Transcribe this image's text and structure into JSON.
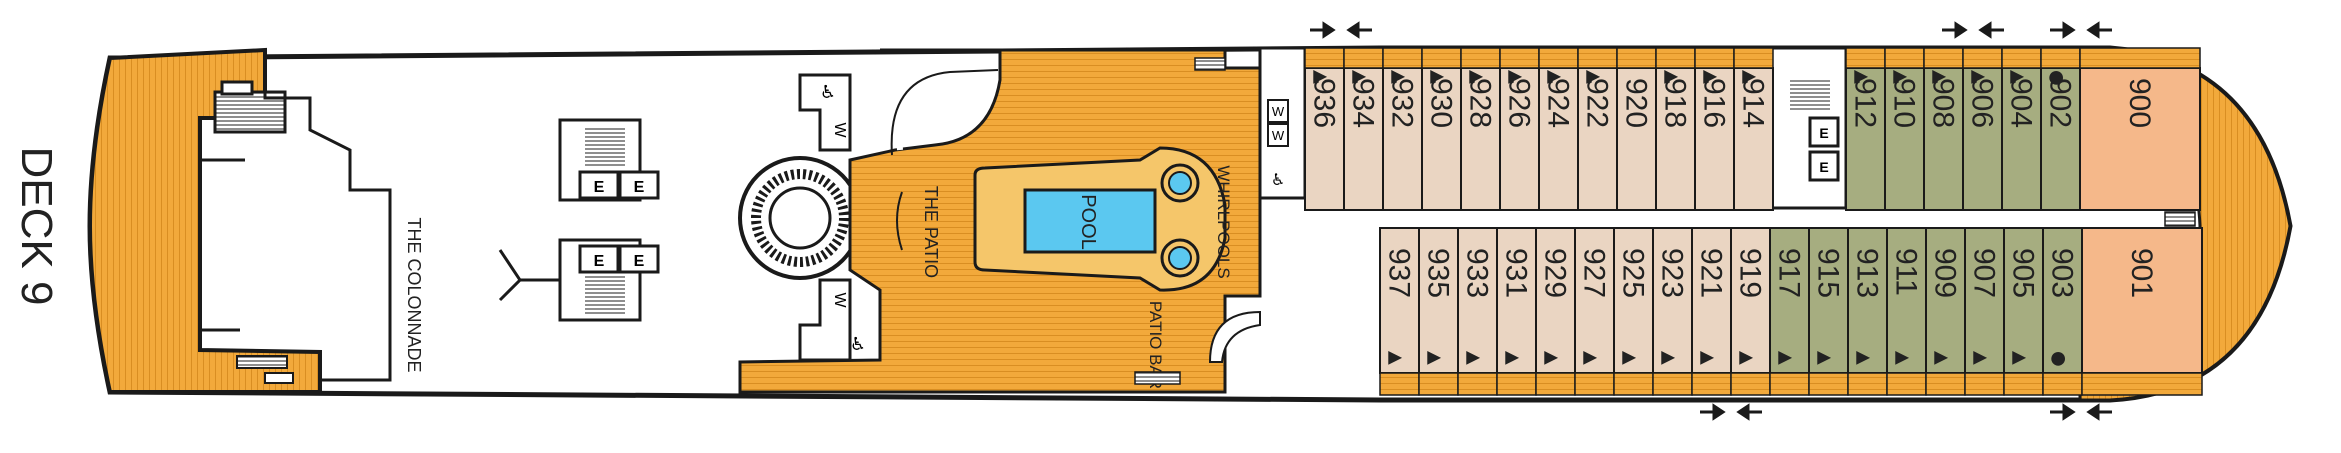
{
  "deck": {
    "title": "DECK 9"
  },
  "areas": {
    "colonnade": "THE COLONNADE",
    "patio": "THE PATIO",
    "pool": "POOL",
    "whirlpools": "WHIRLPOOLS",
    "patio_bar": "PATIO BAR"
  },
  "symbols": {
    "elevator": "E",
    "washroom": "W",
    "wheelchair": "♿",
    "arrow": "▲",
    "dot": "●"
  },
  "colors": {
    "deck_wood": "#F2A93B",
    "teak_lines": "#D98E22",
    "cabin_standard": "#EAD5C2",
    "cabin_green": "#A6AD80",
    "cabin_suite": "#F5B88A",
    "pool_water": "#5BC8F0",
    "hull_stroke": "#1a1a1a"
  },
  "cabins": {
    "top": [
      {
        "num": "936",
        "mark": "▲",
        "type": "standard"
      },
      {
        "num": "934",
        "mark": "▲",
        "type": "standard"
      },
      {
        "num": "932",
        "mark": "▲",
        "type": "standard"
      },
      {
        "num": "930",
        "mark": "▲",
        "type": "standard"
      },
      {
        "num": "928",
        "mark": "▲",
        "type": "standard"
      },
      {
        "num": "926",
        "mark": "▲",
        "type": "standard"
      },
      {
        "num": "924",
        "mark": "▲",
        "type": "standard"
      },
      {
        "num": "922",
        "mark": "▲",
        "type": "standard"
      },
      {
        "num": "920",
        "mark": "",
        "type": "standard"
      },
      {
        "num": "918",
        "mark": "▲",
        "type": "standard"
      },
      {
        "num": "916",
        "mark": "▲",
        "type": "standard"
      },
      {
        "num": "914",
        "mark": "▲",
        "type": "standard"
      },
      {
        "num": "912",
        "mark": "▲",
        "type": "green"
      },
      {
        "num": "910",
        "mark": "▲",
        "type": "green"
      },
      {
        "num": "908",
        "mark": "▲",
        "type": "green"
      },
      {
        "num": "906",
        "mark": "▲",
        "type": "green"
      },
      {
        "num": "904",
        "mark": "▲",
        "type": "green"
      },
      {
        "num": "902",
        "mark": "●",
        "type": "green"
      },
      {
        "num": "900",
        "mark": "",
        "type": "suite"
      }
    ],
    "bottom": [
      {
        "num": "937",
        "mark": "▲",
        "type": "standard"
      },
      {
        "num": "935",
        "mark": "▲",
        "type": "standard"
      },
      {
        "num": "933",
        "mark": "▲",
        "type": "standard"
      },
      {
        "num": "931",
        "mark": "▲",
        "type": "standard"
      },
      {
        "num": "929",
        "mark": "▲",
        "type": "standard"
      },
      {
        "num": "927",
        "mark": "▲",
        "type": "standard"
      },
      {
        "num": "925",
        "mark": "▲",
        "type": "standard"
      },
      {
        "num": "923",
        "mark": "▲",
        "type": "standard"
      },
      {
        "num": "921",
        "mark": "▲",
        "type": "standard"
      },
      {
        "num": "919",
        "mark": "▲",
        "type": "standard"
      },
      {
        "num": "917",
        "mark": "▲",
        "type": "green"
      },
      {
        "num": "915",
        "mark": "▲",
        "type": "green"
      },
      {
        "num": "913",
        "mark": "▲",
        "type": "green"
      },
      {
        "num": "911",
        "mark": "▲",
        "type": "green"
      },
      {
        "num": "909",
        "mark": "▲",
        "type": "green"
      },
      {
        "num": "907",
        "mark": "▲",
        "type": "green"
      },
      {
        "num": "905",
        "mark": "▲",
        "type": "green"
      },
      {
        "num": "903",
        "mark": "●",
        "type": "green"
      },
      {
        "num": "901",
        "mark": "",
        "type": "suite"
      }
    ]
  }
}
